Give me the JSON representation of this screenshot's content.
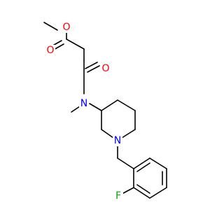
{
  "molecule": {
    "colors": {
      "bond": "#000000",
      "oxygen": "#ff0000",
      "nitrogen": "#0000ff",
      "fluorine": "#00aa00",
      "background": "#ffffff"
    },
    "atom_labels": {
      "ester_o": "O",
      "carbonyl_o1": "O",
      "carbonyl_o2": "O",
      "amide_n": "N",
      "ring_n": "N",
      "fluorine": "F"
    }
  }
}
